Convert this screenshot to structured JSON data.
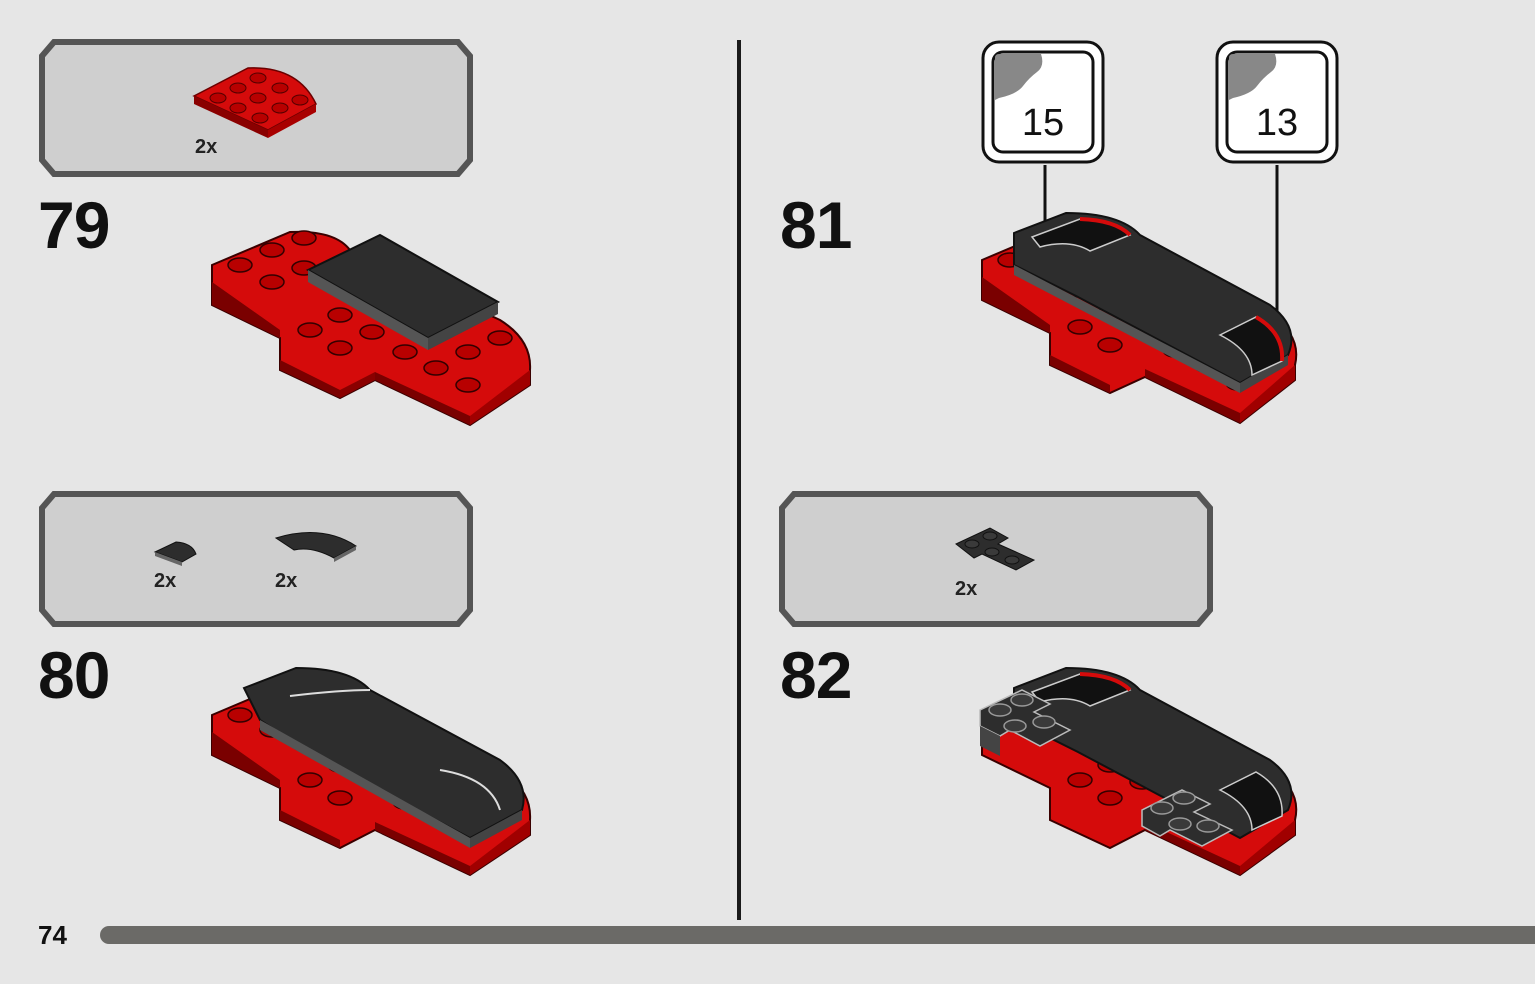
{
  "page": {
    "number": "74"
  },
  "steps": [
    {
      "number": "79",
      "parts": [
        {
          "qty": "2x",
          "piece": "red-quarter-round-plate"
        }
      ]
    },
    {
      "number": "80",
      "parts": [
        {
          "qty": "2x",
          "piece": "black-small-curved-tile"
        },
        {
          "qty": "2x",
          "piece": "black-curved-tile-macaroni"
        }
      ]
    },
    {
      "number": "81",
      "stickers": [
        {
          "label": "15"
        },
        {
          "label": "13"
        }
      ]
    },
    {
      "number": "82",
      "parts": [
        {
          "qty": "2x",
          "piece": "black-corner-plate"
        }
      ]
    }
  ],
  "colors": {
    "red": "#d50b0b",
    "dark_red": "#8a0000",
    "black": "#2d2d2d",
    "background": "#e6e6e6",
    "callout": "#cfcfcf"
  }
}
